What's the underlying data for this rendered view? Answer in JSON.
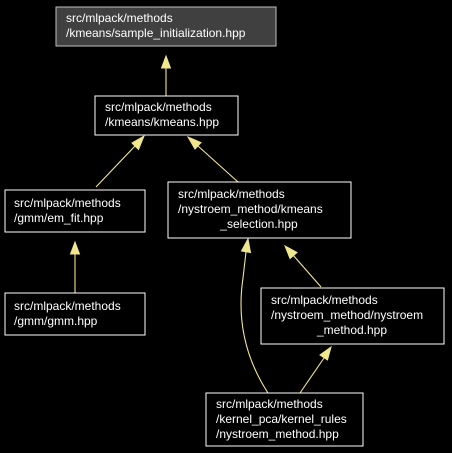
{
  "colors": {
    "background": "#000000",
    "root_fill": "#404040",
    "node_border": "#ffffff",
    "edge": "#f0e68c",
    "text": "#ffffff"
  },
  "nodes": [
    {
      "id": "sample_init",
      "lines": [
        "src/mlpack/methods",
        "/kmeans/sample_initialization.hpp"
      ]
    },
    {
      "id": "kmeans",
      "lines": [
        "src/mlpack/methods",
        "/kmeans/kmeans.hpp"
      ]
    },
    {
      "id": "em_fit",
      "lines": [
        "src/mlpack/methods",
        "/gmm/em_fit.hpp"
      ]
    },
    {
      "id": "kmeans_selection",
      "lines": [
        "src/mlpack/methods",
        "/nystroem_method/kmeans",
        "_selection.hpp"
      ]
    },
    {
      "id": "gmm",
      "lines": [
        "src/mlpack/methods",
        "/gmm/gmm.hpp"
      ]
    },
    {
      "id": "nystroem_method",
      "lines": [
        "src/mlpack/methods",
        "/nystroem_method/nystroem",
        "_method.hpp"
      ]
    },
    {
      "id": "kernel_rules_nystroem",
      "lines": [
        "src/mlpack/methods",
        "/kernel_pca/kernel_rules",
        "/nystroem_method.hpp"
      ]
    }
  ],
  "edges": [
    {
      "from": "kmeans",
      "to": "sample_init"
    },
    {
      "from": "em_fit",
      "to": "kmeans"
    },
    {
      "from": "kmeans_selection",
      "to": "kmeans"
    },
    {
      "from": "gmm",
      "to": "em_fit"
    },
    {
      "from": "kernel_rules_nystroem",
      "to": "kmeans_selection"
    },
    {
      "from": "nystroem_method",
      "to": "kmeans_selection"
    },
    {
      "from": "kernel_rules_nystroem",
      "to": "nystroem_method"
    }
  ]
}
